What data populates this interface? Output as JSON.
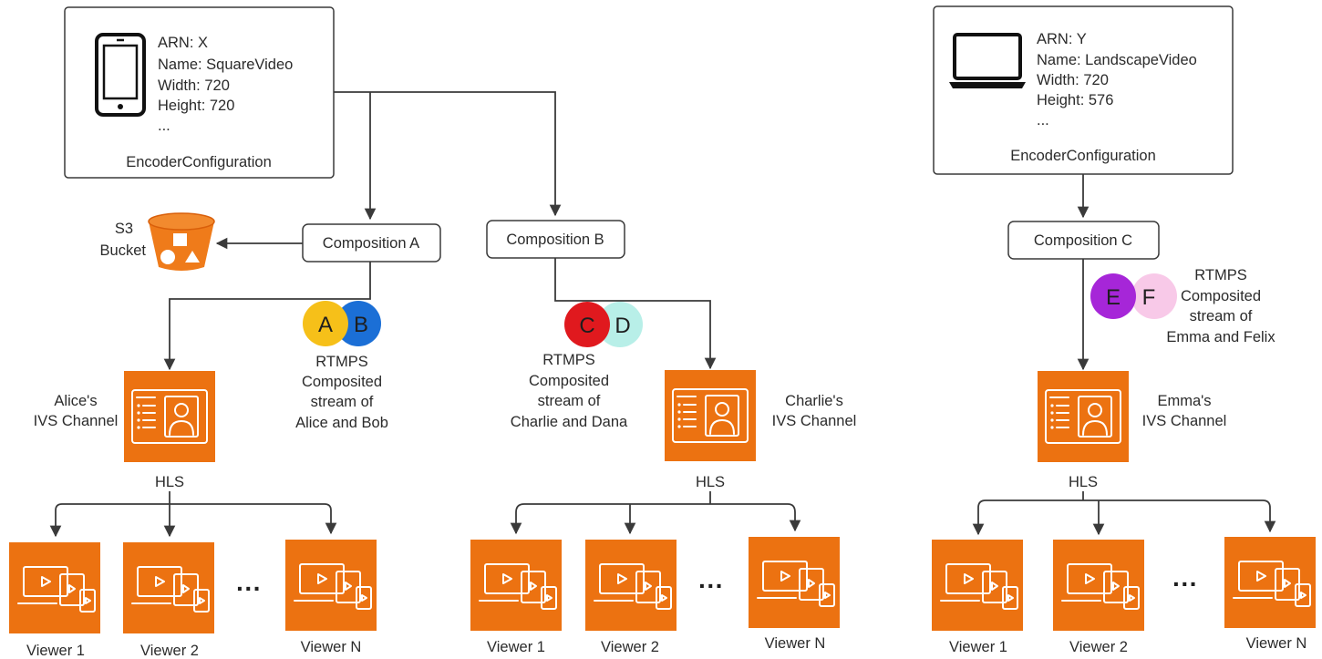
{
  "colors": {
    "aws_orange": "#ec7211",
    "bucket_orange": "#ef7b1a",
    "line": "#3a3a3a",
    "circle_a": "#f6c019",
    "circle_b": "#1b6fd6",
    "circle_c": "#e0191e",
    "circle_d": "#b8efe8",
    "circle_e": "#a626d8",
    "circle_f": "#f8c9e8"
  },
  "encoders": [
    {
      "device_icon": "phone-icon",
      "lines": [
        "ARN: X",
        "Name: SquareVideo",
        "Width: 720",
        "Height: 720",
        "..."
      ],
      "title": "EncoderConfiguration"
    },
    {
      "device_icon": "laptop-icon",
      "lines": [
        "ARN: Y",
        "Name: LandscapeVideo",
        "Width: 720",
        "Height: 576",
        "..."
      ],
      "title": "EncoderConfiguration"
    }
  ],
  "s3": {
    "icon": "s3-bucket-icon",
    "lines": [
      "S3",
      "Bucket"
    ]
  },
  "compositions": [
    "Composition A",
    "Composition B",
    "Composition C"
  ],
  "participants": {
    "a": {
      "letters": [
        "A",
        "B"
      ],
      "caption": [
        "RTMPS",
        "Composited",
        "stream of",
        "Alice and Bob"
      ]
    },
    "b": {
      "letters": [
        "C",
        "D"
      ],
      "caption": [
        "RTMPS",
        "Composited",
        "stream of",
        "Charlie and Dana"
      ]
    },
    "c": {
      "letters": [
        "E",
        "F"
      ],
      "caption": [
        "RTMPS",
        "Composited",
        "stream of",
        "Emma and Felix"
      ]
    }
  },
  "channels": [
    {
      "icon": "ivs-channel-icon",
      "label": [
        "Alice's",
        "IVS Channel"
      ],
      "protocol": "HLS"
    },
    {
      "icon": "ivs-channel-icon",
      "label": [
        "Charlie's",
        "IVS Channel"
      ],
      "protocol": "HLS"
    },
    {
      "icon": "ivs-channel-icon",
      "label": [
        "Emma's",
        "IVS Channel"
      ],
      "protocol": "HLS"
    }
  ],
  "viewer_icon": "viewer-devices-icon",
  "viewers": [
    "Viewer 1",
    "Viewer 2",
    "Viewer N"
  ],
  "ellipsis": "···"
}
